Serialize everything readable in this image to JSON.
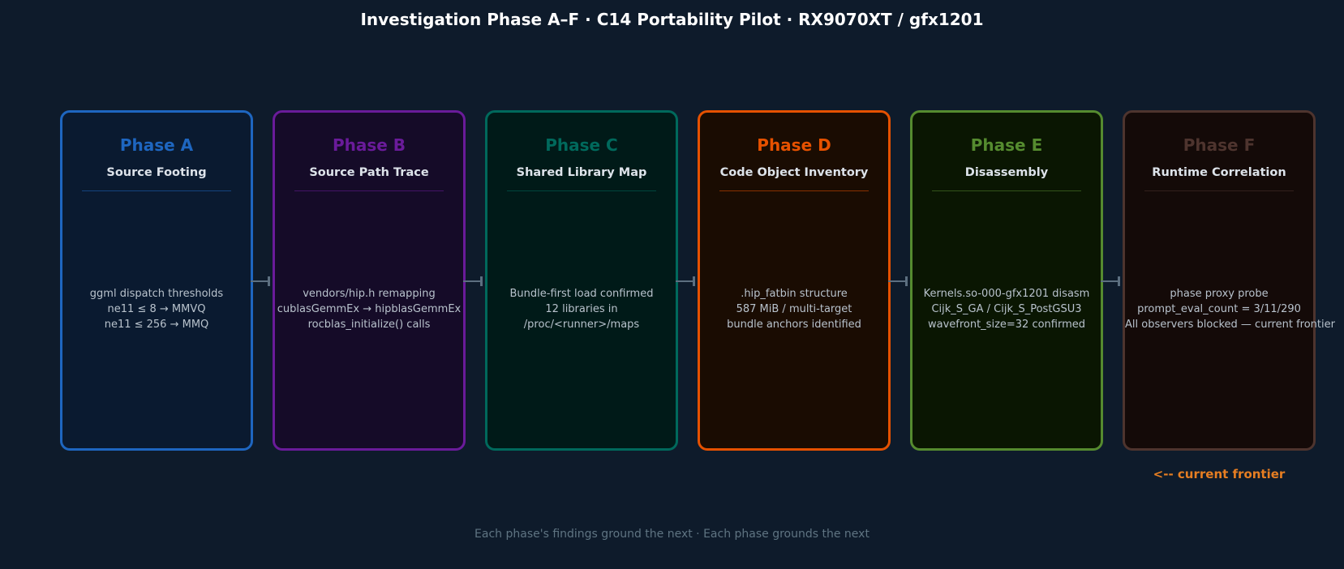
{
  "title": "Investigation Phase A–F  ·  C14 Portability Pilot  ·  RX9070XT / gfx1201",
  "phases": [
    {
      "name": "Phase A",
      "subtitle": "Source Footing",
      "lines": [
        "ggml dispatch thresholds",
        "ne11 ≤ 8 → MMVQ",
        "ne11 ≤ 256 → MMQ"
      ],
      "color": "#1e66c0",
      "bg": "#0a1a30",
      "namecolor": "#1e66c0"
    },
    {
      "name": "Phase B",
      "subtitle": "Source Path Trace",
      "lines": [
        "vendors/hip.h remapping",
        "cublasGemmEx → hipblasGemmEx",
        "rocblas_initialize() calls"
      ],
      "color": "#6a1b9a",
      "bg": "#150b28",
      "namecolor": "#6a1b9a"
    },
    {
      "name": "Phase C",
      "subtitle": "Shared Library Map",
      "lines": [
        "Bundle-first load confirmed",
        "12 libraries in",
        "/proc/<runner>/maps"
      ],
      "color": "#00695c",
      "bg": "#001a18",
      "namecolor": "#00695c"
    },
    {
      "name": "Phase D",
      "subtitle": "Code Object Inventory",
      "lines": [
        ".hip_fatbin structure",
        "587 MiB / multi-target",
        "bundle anchors identified"
      ],
      "color": "#e65100",
      "bg": "#1a0c02",
      "namecolor": "#e65100"
    },
    {
      "name": "Phase E",
      "subtitle": "Disassembly",
      "lines": [
        "Kernels.so-000-gfx1201 disasm",
        "Cijk_S_GA / Cijk_S_PostGSU3",
        "wavefront_size=32 confirmed"
      ],
      "color": "#558b2f",
      "bg": "#0a1602",
      "namecolor": "#558b2f"
    },
    {
      "name": "Phase F",
      "subtitle": "Runtime Correlation",
      "lines": [
        "phase proxy probe",
        "prompt_eval_count = 3/11/290",
        "All observers blocked — current frontier"
      ],
      "color": "#4e342e",
      "bg": "#140a08",
      "namecolor": "#4e342e"
    }
  ],
  "frontier_label": "<-- current frontier",
  "footer": "Each phase's findings ground the next  ·  Each phase grounds the next"
}
